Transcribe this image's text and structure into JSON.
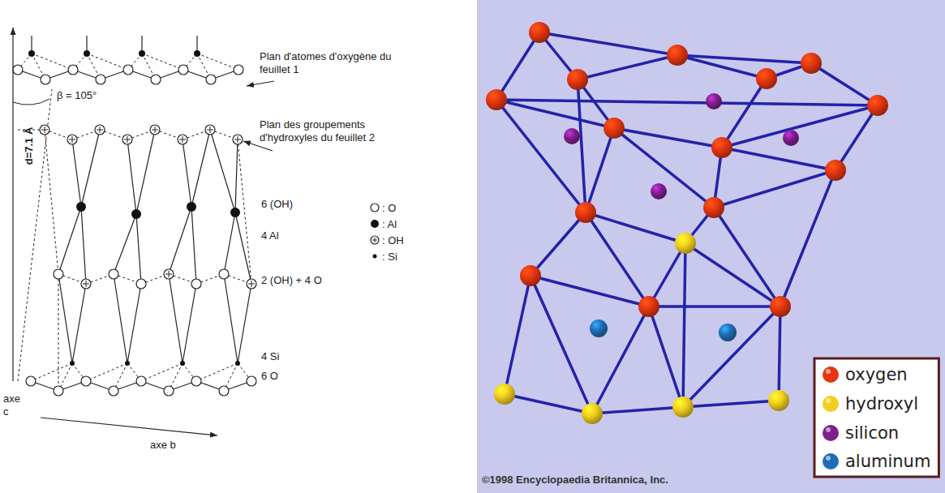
{
  "diagram": {
    "labels": [
      "Plan d'atomes d'oxygène du feuillet 1",
      "Plan des groupements d'hydroxyles du feuillet 2",
      "β = 105°",
      "d=7.1 Å",
      "6 (OH)",
      "4 Al",
      "2 (OH) + 4 O",
      "4 Si",
      "6 O",
      "axe c",
      "axe b",
      "©1998 Encyclopaedia Britannica, Inc."
    ],
    "legend": [
      {
        "text": ": O"
      },
      {
        "text": ": Al"
      },
      {
        "text": ": OH"
      },
      {
        "text": ": Si"
      },
      {
        "text": "oxygen",
        "color": "#e5360f"
      },
      {
        "text": "hydroxyl",
        "color": "#f2cf1d"
      },
      {
        "text": "silicon",
        "color": "#7d1f8c"
      },
      {
        "text": "aluminum",
        "color": "#1f6db5"
      }
    ]
  }
}
